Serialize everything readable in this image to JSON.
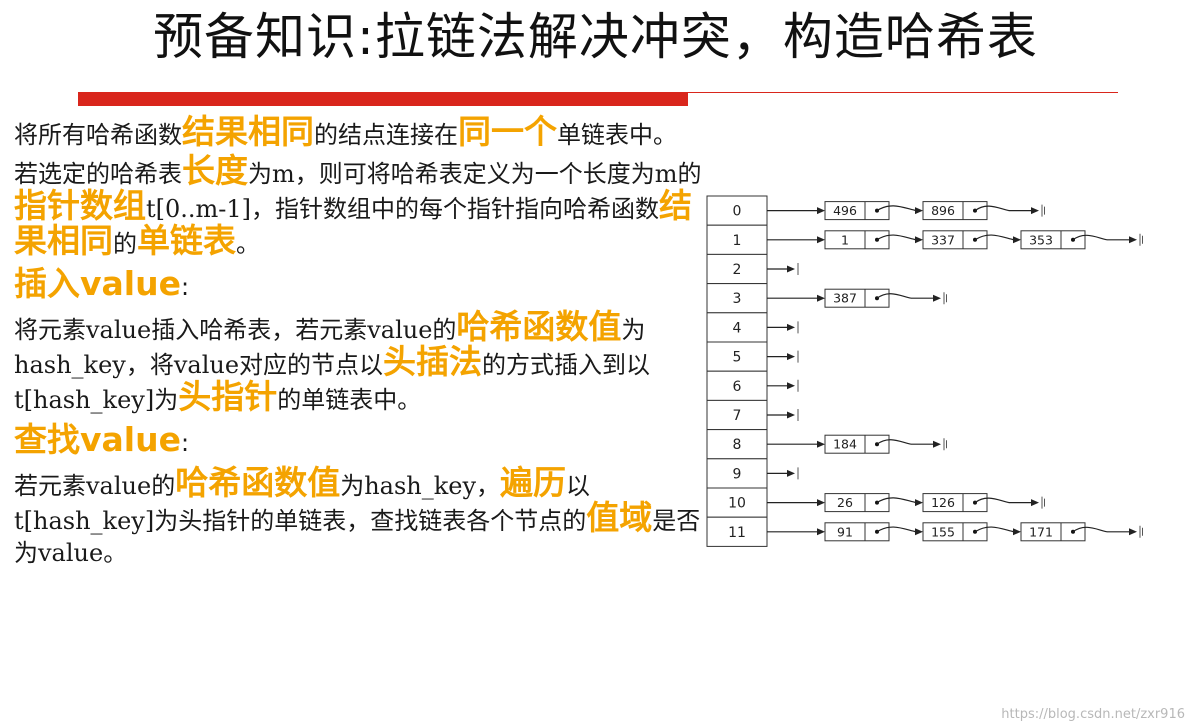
{
  "title": "预备知识:拉链法解决冲突，构造哈希表",
  "paragraphs": [
    {
      "segments": [
        {
          "t": "将所有哈希函数",
          "h": false
        },
        {
          "t": "结果相同",
          "h": true
        },
        {
          "t": "的结点连接在",
          "h": false
        },
        {
          "t": "同一个",
          "h": true
        },
        {
          "t": "单链表中。",
          "h": false
        }
      ]
    },
    {
      "segments": [
        {
          "t": "若选定的哈希表",
          "h": false
        },
        {
          "t": "长度",
          "h": true
        },
        {
          "t": "为m，则可将哈希表定义为一个长度为m的",
          "h": false
        },
        {
          "t": "指针数组",
          "h": true
        },
        {
          "t": "t[0..m-1]，指针数组中的每个指针指向哈希函数",
          "h": false
        },
        {
          "t": "结果相同",
          "h": true
        },
        {
          "t": "的",
          "h": false
        },
        {
          "t": "单链表",
          "h": true
        },
        {
          "t": "。",
          "h": false
        }
      ]
    },
    {
      "heading": "插入value",
      "colon": ":"
    },
    {
      "segments": [
        {
          "t": "将元素value插入哈希表，若元素value的",
          "h": false
        },
        {
          "t": "哈希函数值",
          "h": true
        },
        {
          "t": "为hash_key，将value对应的节点以",
          "h": false
        },
        {
          "t": "头插法",
          "h": true
        },
        {
          "t": "的方式插入到以t[hash_key]为",
          "h": false
        },
        {
          "t": "头指针",
          "h": true
        },
        {
          "t": "的单链表中。",
          "h": false
        }
      ]
    },
    {
      "heading": "查找value",
      "colon": ":"
    },
    {
      "segments": [
        {
          "t": "若元素value的",
          "h": false
        },
        {
          "t": "哈希函数值",
          "h": true
        },
        {
          "t": "为hash_key，",
          "h": false
        },
        {
          "t": "遍历",
          "h": true
        },
        {
          "t": "以t[hash_key]为头指针的单链表，查找链表各个节点的",
          "h": false
        },
        {
          "t": "值域",
          "h": true
        },
        {
          "t": "是否为value。",
          "h": false
        }
      ]
    }
  ],
  "table": {
    "slots": [
      {
        "index": "0",
        "chain": [
          "496",
          "896"
        ]
      },
      {
        "index": "1",
        "chain": [
          "1",
          "337",
          "353"
        ]
      },
      {
        "index": "2",
        "chain": []
      },
      {
        "index": "3",
        "chain": [
          "387"
        ]
      },
      {
        "index": "4",
        "chain": []
      },
      {
        "index": "5",
        "chain": []
      },
      {
        "index": "6",
        "chain": []
      },
      {
        "index": "7",
        "chain": []
      },
      {
        "index": "8",
        "chain": [
          "184"
        ]
      },
      {
        "index": "9",
        "chain": []
      },
      {
        "index": "10",
        "chain": [
          "26",
          "126"
        ]
      },
      {
        "index": "11",
        "chain": [
          "91",
          "155",
          "171"
        ]
      }
    ]
  },
  "watermark": "https://blog.csdn.net/zxr916",
  "colors": {
    "accent": "#f4a300",
    "rule": "#d9261c"
  }
}
